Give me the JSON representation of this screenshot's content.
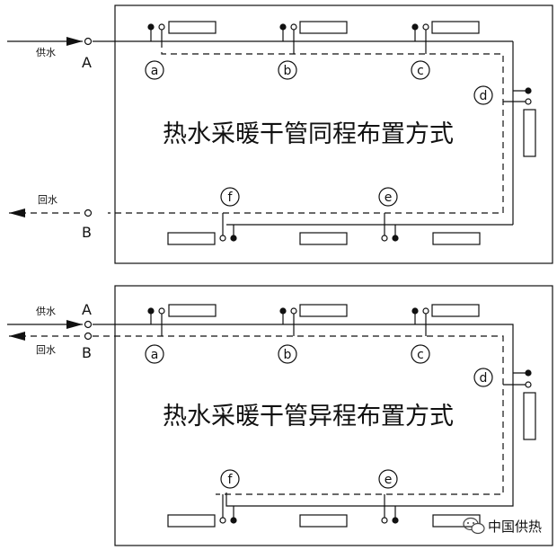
{
  "colors": {
    "line": "#111111",
    "background": "#ffffff",
    "watermark": "#444444"
  },
  "top_diagram": {
    "title": "热水采暖干管同程布置方式",
    "supply_label": "供水",
    "return_label": "回水",
    "point_a": "A",
    "point_b": "B",
    "nodes": {
      "a": "a",
      "b": "b",
      "c": "c",
      "d": "d",
      "e": "e",
      "f": "f"
    }
  },
  "bottom_diagram": {
    "title": "热水采暖干管异程布置方式",
    "supply_label": "供水",
    "return_label": "回水",
    "point_a": "A",
    "point_b": "B",
    "nodes": {
      "a": "a",
      "b": "b",
      "c": "c",
      "d": "d",
      "e": "e",
      "f": "f"
    }
  },
  "watermark": {
    "text": "中国供热",
    "icon": "wechat-icon"
  }
}
